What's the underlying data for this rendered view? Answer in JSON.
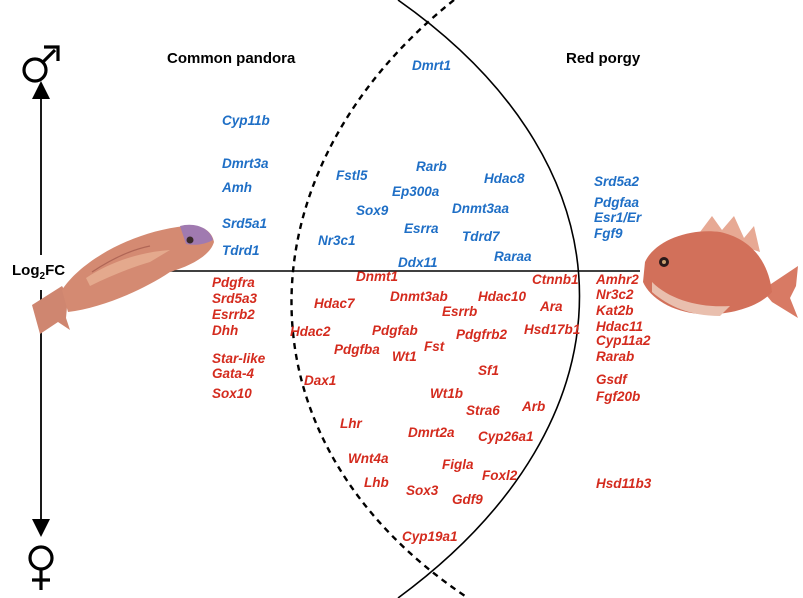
{
  "colors": {
    "male_biased": "#1f6fc6",
    "female_biased": "#d42b1e",
    "line": "#000000",
    "pandora_fish_body": "#d9826f",
    "porgy_fish_body": "#d36c55"
  },
  "titles": {
    "left_species": "Common pandora",
    "right_species": "Red porgy"
  },
  "axis": {
    "label_main": "Log",
    "label_sub": "2",
    "label_tail": "FC",
    "top_symbol": "male-symbol-icon",
    "bottom_symbol": "female-symbol-icon"
  },
  "genes": {
    "common_pandora_male": [
      "Cyp11b",
      "Dmrt3a",
      "Amh",
      "Srd5a1",
      "Tdrd1"
    ],
    "shared_male": [
      "Dmrt1",
      "Fstl5",
      "Rarb",
      "Hdac8",
      "Ep300a",
      "Sox9",
      "Dnmt3aa",
      "Nr3c1",
      "Esrra",
      "Tdrd7",
      "Ddx11",
      "Raraa"
    ],
    "red_porgy_male": [
      "Srd5a2",
      "Pdgfaa",
      "Esr1/Er",
      "Fgf9"
    ],
    "common_pandora_female": [
      "Pdgfra",
      "Srd5a3",
      "Esrrb2",
      "Dhh",
      "Star-like",
      "Gata-4",
      "Sox10"
    ],
    "shared_female": [
      "Dnmt1",
      "Ctnnb1",
      "Hdac7",
      "Dnmt3ab",
      "Hdac10",
      "Esrrb",
      "Ara",
      "Hdac2",
      "Pdgfab",
      "Pdgfrb2",
      "Hsd17b1",
      "Pdgfba",
      "Fst",
      "Wt1",
      "Sf1",
      "Dax1",
      "Wt1b",
      "Arb",
      "Stra6",
      "Lhr",
      "Dmrt2a",
      "Cyp26a1",
      "Wnt4a",
      "Figla",
      "Foxl2",
      "Lhb",
      "Sox3",
      "Gdf9",
      "Cyp19a1"
    ],
    "red_porgy_female": [
      "Amhr2",
      "Nr3c2",
      "Kat2b",
      "Hdac11",
      "Cyp11a2",
      "Rarab",
      "Gsdf",
      "Fgf20b",
      "Hsd11b3"
    ]
  }
}
